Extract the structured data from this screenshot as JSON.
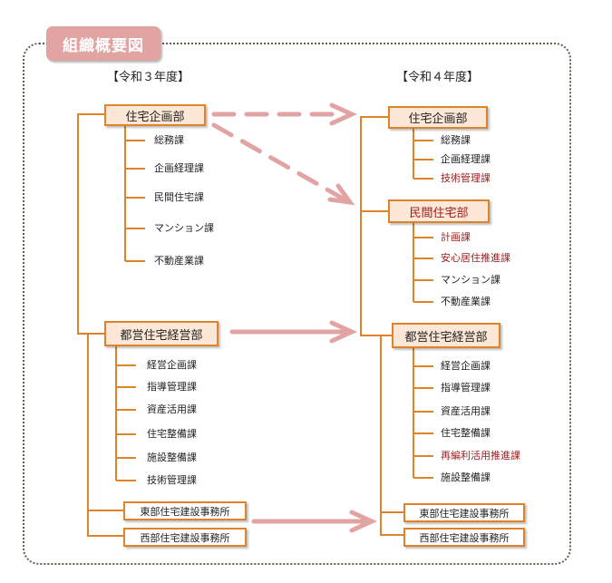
{
  "title": "組織概要図",
  "r3": {
    "year_label": "【令和３年度】",
    "dept1": {
      "name": "住宅企画部",
      "items": [
        "総務課",
        "企画経理課",
        "民間住宅課",
        "マンション課",
        "不動産業課"
      ]
    },
    "dept2": {
      "name": "都営住宅経営部",
      "items": [
        "経営企画課",
        "指導管理課",
        "資産活用課",
        "住宅整備課",
        "施設整備課",
        "技術管理課"
      ]
    },
    "office1": "東部住宅建設事務所",
    "office2": "西部住宅建設事務所"
  },
  "r4": {
    "year_label": "【令和４年度】",
    "dept1": {
      "name": "住宅企画部",
      "items": [
        "総務課",
        "企画経理課",
        "技術管理課"
      ]
    },
    "dept2": {
      "name": "民間住宅部",
      "items": [
        "計画課",
        "安心居住推進課",
        "マンション課",
        "不動産業課"
      ]
    },
    "dept3": {
      "name": "都営住宅経営部",
      "items": [
        "経営企画課",
        "指導管理課",
        "資産活用課",
        "住宅整備課",
        "再編利活用推進課",
        "施設整備課"
      ]
    },
    "office1": "東部住宅建設事務所",
    "office2": "西部住宅建設事務所"
  },
  "colors": {
    "box_border": "#e0822a",
    "box_fill": "#fde8d7",
    "new_text": "#9b1c1c",
    "arrow": "#e2a3a3",
    "title_tab": "#e2a3a3"
  }
}
